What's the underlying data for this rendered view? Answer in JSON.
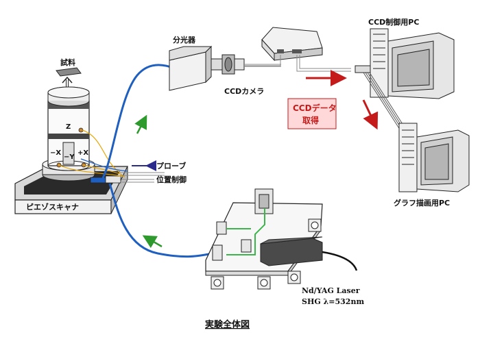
{
  "title": "実験全体図",
  "labels": {
    "sample": "試料",
    "spectrometer": "分光器",
    "ccd_camera": "CCDカメラ",
    "ccd_pc": "CCD制御用PC",
    "data_line1": "CCDデータ",
    "data_line2": "取得",
    "graph_pc": "グラフ描画用PC",
    "probe": "プローブ",
    "position_control": "位置制御",
    "piezo_scanner": "ピエゾスキャナ",
    "laser_line1": "Nd/YAG Laser",
    "laser_line2": "SHG  λ=532nm",
    "axis_z": "Z",
    "axis_minus_x": "−X",
    "axis_minus_y": "−Y",
    "axis_plus_x": "+X"
  },
  "colors": {
    "fiber": "#1f5fbf",
    "green_arrow": "#2e9a2e",
    "red_arrow": "#c41a1a",
    "blue_arrow": "#2a2a8a",
    "data_box_fill": "#ffd9d9",
    "laser_beam": "#39b54a"
  }
}
